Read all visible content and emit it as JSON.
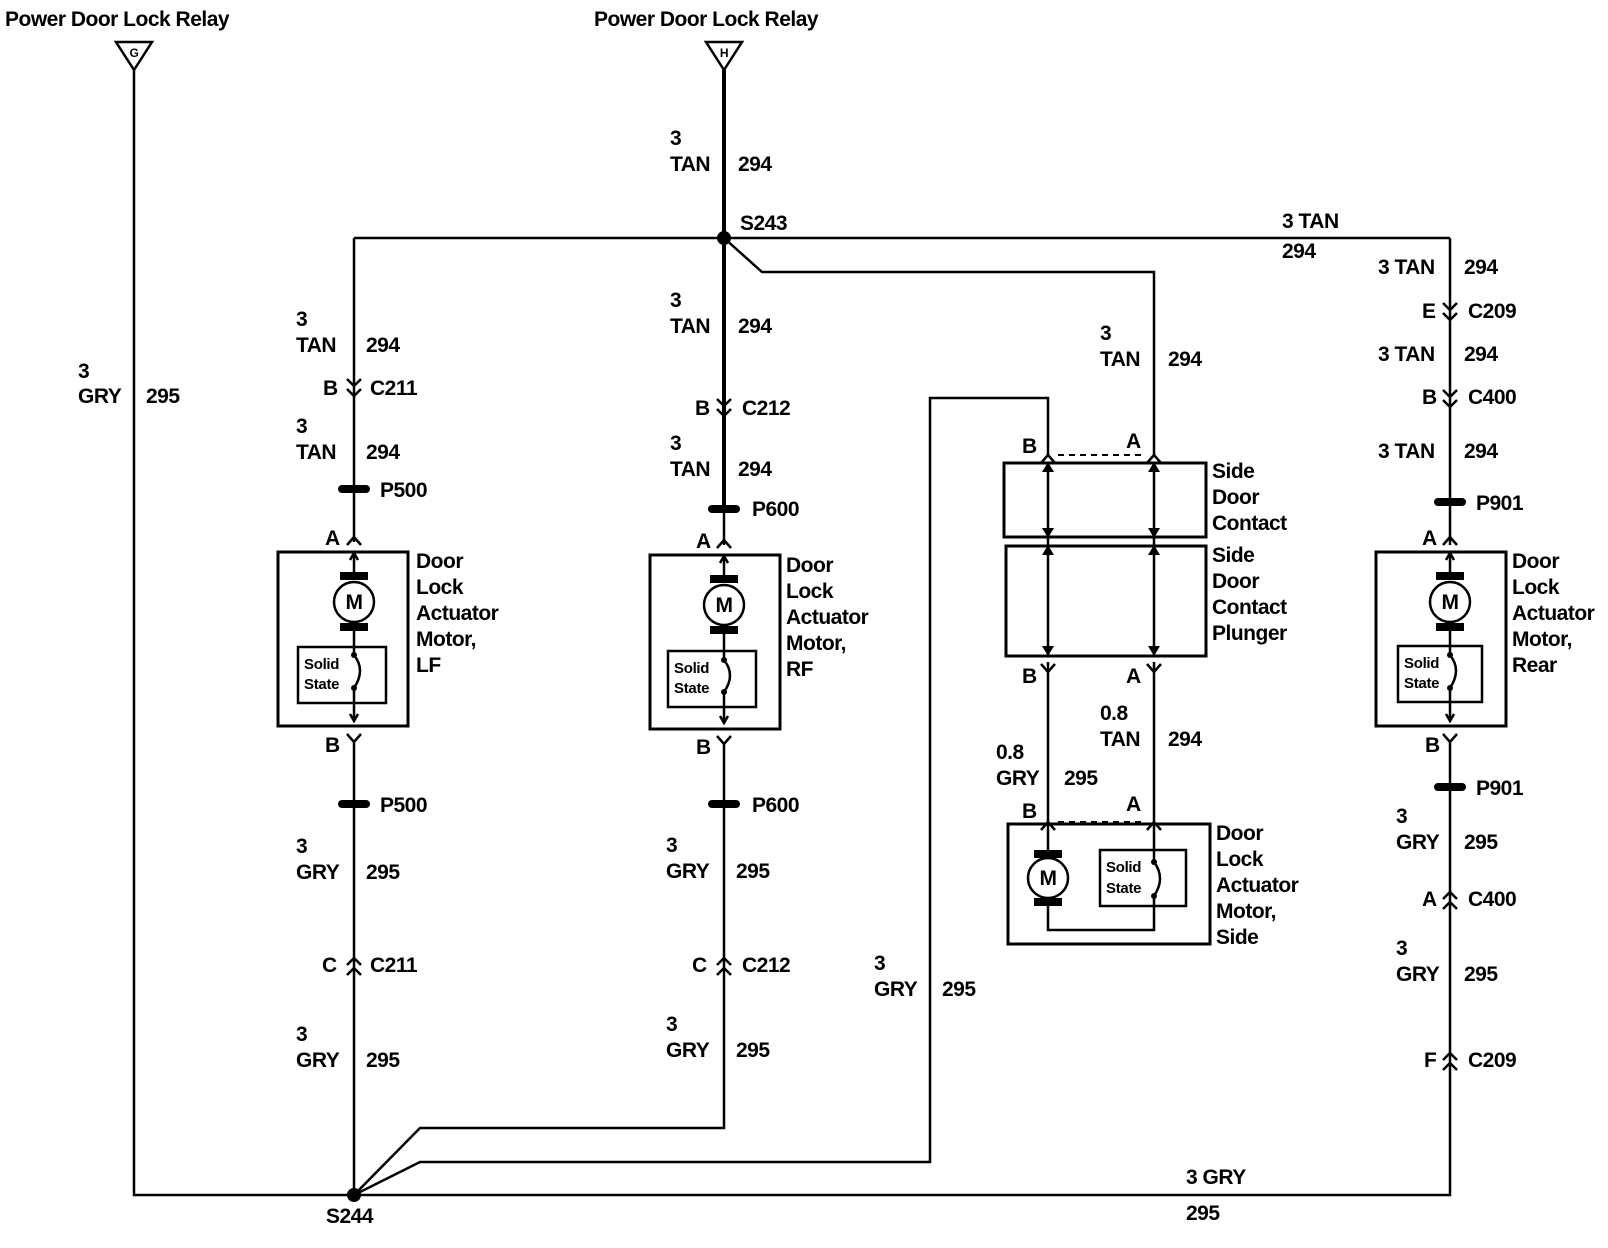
{
  "relays": {
    "g": {
      "label": "Power Door Lock Relay",
      "terminal": "G"
    },
    "h": {
      "label": "Power Door Lock Relay",
      "terminal": "H"
    }
  },
  "splices": {
    "top": "S243",
    "bottom": "S244"
  },
  "wire_labels": {
    "g_size": "3",
    "g_color": "GRY",
    "g_circuit": "295",
    "h_size": "3",
    "h_color": "TAN",
    "h_circuit": "294",
    "lf_top1_size": "3",
    "lf_top1_color": "TAN",
    "lf_top1_circuit": "294",
    "lf_top2_size": "3",
    "lf_top2_color": "TAN",
    "lf_top2_circuit": "294",
    "lf_bot1_size": "3",
    "lf_bot1_color": "GRY",
    "lf_bot1_circuit": "295",
    "lf_bot2_size": "3",
    "lf_bot2_color": "GRY",
    "lf_bot2_circuit": "295",
    "rf_top1_size": "3",
    "rf_top1_color": "TAN",
    "rf_top1_circuit": "294",
    "rf_top2_size": "3",
    "rf_top2_color": "TAN",
    "rf_top2_circuit": "294",
    "rf_bot1_size": "3",
    "rf_bot1_color": "GRY",
    "rf_bot1_circuit": "295",
    "rf_bot2_size": "3",
    "rf_bot2_color": "GRY",
    "rf_bot2_circuit": "295",
    "side_top_size": "3",
    "side_top_color": "TAN",
    "side_top_circuit": "294",
    "side_tan_size": "0.8",
    "side_tan_color": "TAN",
    "side_tan_circuit": "294",
    "side_gry_size": "0.8",
    "side_gry_color": "GRY",
    "side_gry_circuit": "295",
    "side_long_size": "3",
    "side_long_color": "GRY",
    "side_long_circuit": "295",
    "top_run": "3 TAN",
    "top_run_circuit": "294",
    "rear_1": "3 TAN",
    "rear_1_circuit": "294",
    "rear_2": "3 TAN",
    "rear_2_circuit": "294",
    "rear_3": "3 TAN",
    "rear_3_circuit": "294",
    "rear_b1_size": "3",
    "rear_b1_color": "GRY",
    "rear_b1_circuit": "295",
    "rear_b2_size": "3",
    "rear_b2_color": "GRY",
    "rear_b2_circuit": "295",
    "bottom_run": "3 GRY",
    "bottom_run_circuit": "295"
  },
  "connectors": {
    "c211": "C211",
    "c212": "C212",
    "c209": "C209",
    "c400": "C400",
    "p500": "P500",
    "p600": "P600",
    "p901": "P901",
    "pin_a": "A",
    "pin_b": "B",
    "pin_c": "C",
    "pin_e": "E",
    "pin_f": "F"
  },
  "components": {
    "lf": {
      "l1": "Door",
      "l2": "Lock",
      "l3": "Actuator",
      "l4": "Motor,",
      "l5": "LF",
      "solid1": "Solid",
      "solid2": "State",
      "motor": "M"
    },
    "rf": {
      "l1": "Door",
      "l2": "Lock",
      "l3": "Actuator",
      "l4": "Motor,",
      "l5": "RF",
      "solid1": "Solid",
      "solid2": "State",
      "motor": "M"
    },
    "rear": {
      "l1": "Door",
      "l2": "Lock",
      "l3": "Actuator",
      "l4": "Motor,",
      "l5": "Rear",
      "solid1": "Solid",
      "solid2": "State",
      "motor": "M"
    },
    "side_contact": {
      "l1": "Side",
      "l2": "Door",
      "l3": "Contact"
    },
    "side_plunger": {
      "l1": "Side",
      "l2": "Door",
      "l3": "Contact",
      "l4": "Plunger"
    },
    "side_motor": {
      "l1": "Door",
      "l2": "Lock",
      "l3": "Actuator",
      "l4": "Motor,",
      "l5": "Side",
      "solid1": "Solid",
      "solid2": "State",
      "motor": "M"
    }
  }
}
